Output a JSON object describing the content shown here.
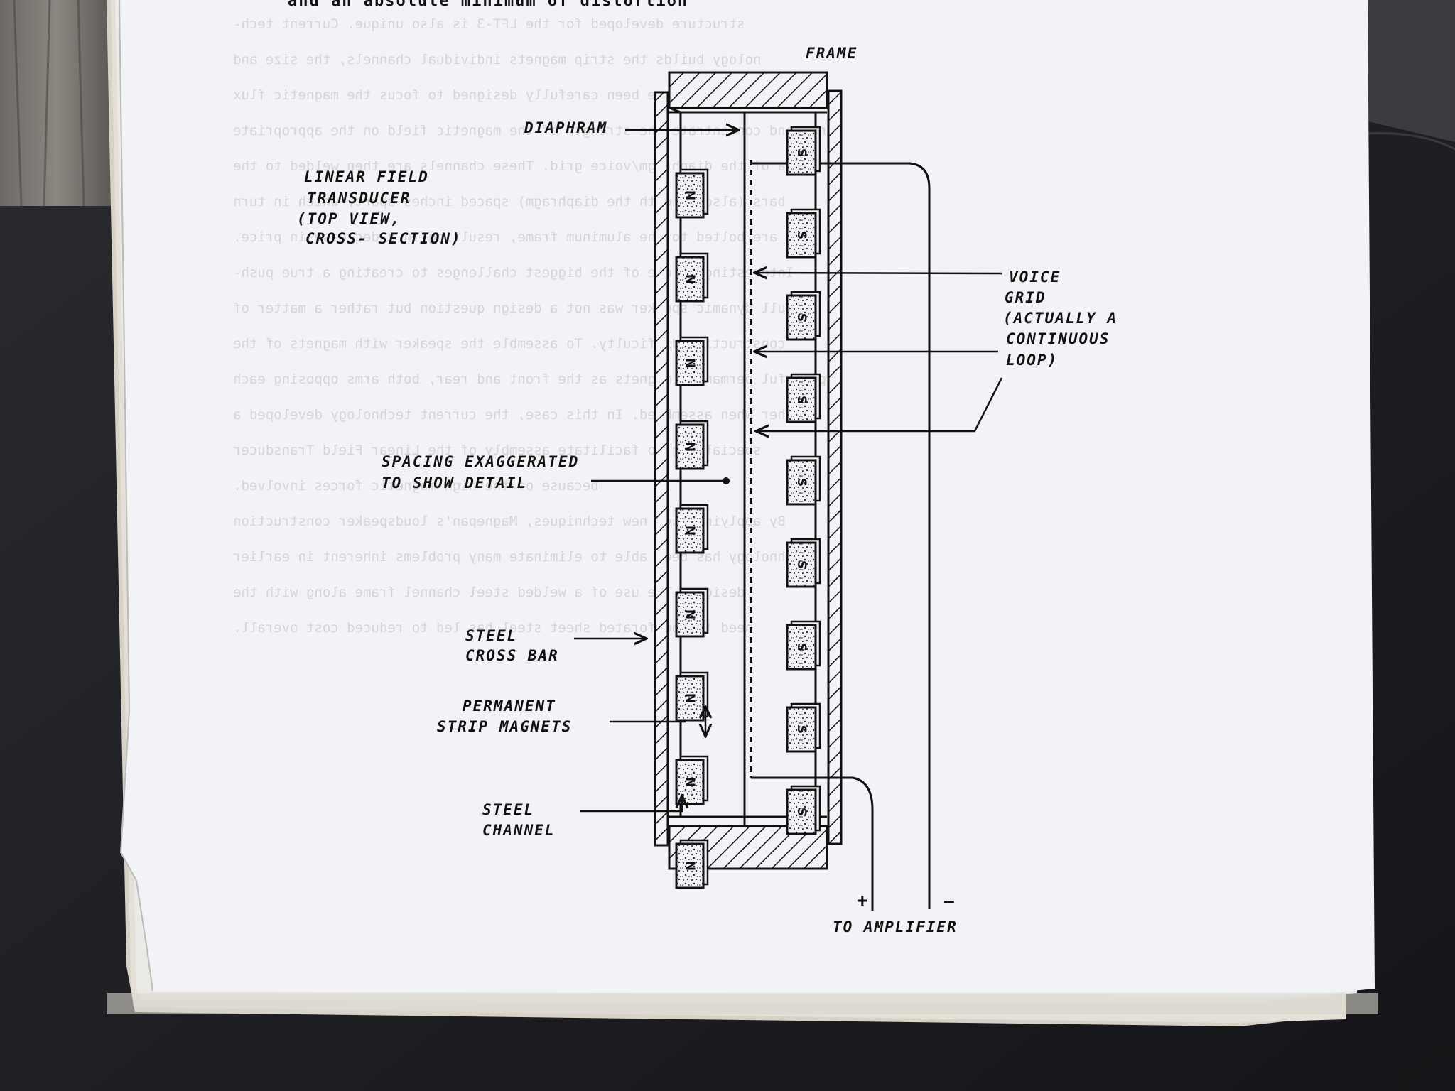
{
  "page": {
    "top_heading": "and an absolute minimum of distortion",
    "bleed_through_lines": [
      "structure developed for the LFT-3 is also unique. Current tech-",
      "nology builds the strip magnets individual channels, the size and",
      "shape of which have been carefully designed to focus the magnetic flux",
      "lines and concentrate the strength of the magnetic field on the appropriate",
      "area of the diaphragm/voice grid. These channels are then welded to the",
      "bars (also beneath the diaphragm) spaced inches apart, which in turn",
      "are bolted to the aluminum frame, resulting in a decrease in price.",
      "Interestingly, one of the biggest challenges to creating a true push-",
      "pull dynamic speaker was not a design question but rather a matter of",
      "construction difficulty. To assemble the speaker with magnets of the",
      "powerful permanent magnets as the front and rear, both arms opposing each",
      "other when assembled. In this case, the current technology developed a",
      "special jig to facilitate assembly of the Linear Field Transducer",
      "because of the high magnetic forces involved.",
      "By applying such new techniques, Magnepan's loudspeaker construction",
      "technology has been able to eliminate many problems inherent in earlier",
      "designs. The use of a welded steel channel frame along with the",
      "need for perforated sheet steel has led to reduced cost overall."
    ]
  },
  "diagram": {
    "labels": {
      "frame": "FRAME",
      "diaphram": "DIAPHRAM",
      "title_line1": "LINEAR FIELD",
      "title_line2": "TRANSDUCER",
      "title_line3": "(TOP VIEW,",
      "title_line4": "CROSS- SECTION)",
      "voice_line1": "VOICE",
      "voice_line2": "GRID",
      "voice_line3": "(ACTUALLY A",
      "voice_line4": "CONTINUOUS",
      "voice_line5": "LOOP)",
      "spacing_line1": "SPACING EXAGGERATED",
      "spacing_line2": "TO SHOW DETAIL",
      "steel_bar_line1": "STEEL",
      "steel_bar_line2": "CROSS BAR",
      "magnets_line1": "PERMANENT",
      "magnets_line2": "STRIP MAGNETS",
      "channel_line1": "STEEL",
      "channel_line2": "CHANNEL",
      "plus": "+",
      "minus": "−",
      "amplifier": "TO AMPLIFIER"
    },
    "left_magnet_pole": "N",
    "right_magnet_pole": "S",
    "left_magnet_count": 9,
    "right_magnet_count": 9
  },
  "colors": {
    "paper": "#f2f3f6",
    "ink": "#111111",
    "background": "#1e1f22"
  }
}
